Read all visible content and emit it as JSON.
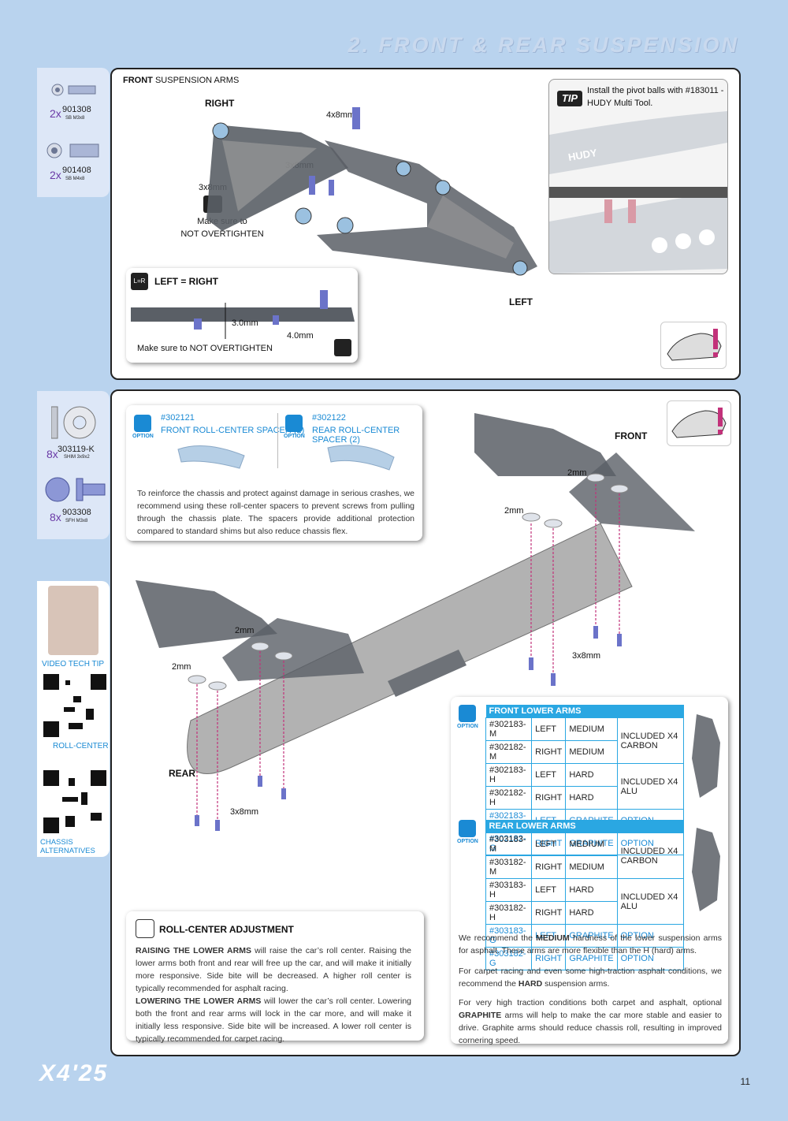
{
  "section_title": "2. FRONT & REAR SUSPENSION",
  "top_parts": [
    {
      "qty": "2x",
      "num": "901308",
      "sub": "SB M3x8"
    },
    {
      "qty": "2x",
      "num": "901408",
      "sub": "SB M4x8"
    }
  ],
  "front_arms": {
    "heading_bold": "FRONT",
    "heading_rest": "SUSPENSION ARMS",
    "right_label": "RIGHT",
    "left_label": "LEFT",
    "dim_4x8": "4x8mm",
    "dim_3x8_a": "3x8mm",
    "dim_3x8_b": "3x8mm",
    "warn1": "Make sure to",
    "warn2": "NOT OVERTIGHTEN"
  },
  "tip": {
    "badge": "TIP",
    "text1": "Install the pivot balls with #183011 -",
    "text2": "HUDY Multi Tool.",
    "hudy": "HUDY"
  },
  "left_right": {
    "title": "LEFT = RIGHT",
    "dim1": "3.0mm",
    "dim2": "4.0mm",
    "warn": "Make sure to NOT OVERTIGHTEN",
    "icon_l": "L",
    "icon_r": "R"
  },
  "lower_parts": [
    {
      "qty": "8x",
      "num": "303119-K",
      "sub": "SHIM 3x9x2"
    },
    {
      "qty": "8x",
      "num": "903308",
      "sub": "SFH M3x8"
    }
  ],
  "option_card": {
    "opt_label": "OPTION",
    "front_num": "#302121",
    "front_name": "FRONT ROLL-CENTER SPACER (2)",
    "rear_num": "#302122",
    "rear_name": "REAR ROLL-CENTER SPACER (2)",
    "desc": "To reinforce the chassis and protect against damage in serious crashes, we recommend using these roll-center spacers to prevent screws from pulling through the chassis plate. The spacers provide additional protection compared to standard shims but also reduce chassis flex."
  },
  "diagram": {
    "front_label": "FRONT",
    "rear_label": "REAR",
    "d_2mm_a": "2mm",
    "d_2mm_b": "2mm",
    "d_2mm_c": "2mm",
    "d_2mm_d": "2mm",
    "d_3x8_a": "3x8mm",
    "d_3x8_b": "3x8mm"
  },
  "video": {
    "tip": "VIDEO TECH TIP",
    "roll": "ROLL-CENTER",
    "chassis": "CHASSIS ALTERNATIVES"
  },
  "front_table": {
    "header": "FRONT LOWER ARMS",
    "rows": [
      [
        "#302183-M",
        "LEFT",
        "MEDIUM"
      ],
      [
        "#302182-M",
        "RIGHT",
        "MEDIUM"
      ],
      [
        "#302183-H",
        "LEFT",
        "HARD"
      ],
      [
        "#302182-H",
        "RIGHT",
        "HARD"
      ],
      [
        "#302183-G",
        "LEFT",
        "GRAPHITE",
        "OPTION"
      ],
      [
        "#302182-G",
        "RIGHT",
        "GRAPHITE",
        "OPTION"
      ]
    ],
    "inc_carbon": "INCLUDED X4 CARBON",
    "inc_alu": "INCLUDED X4 ALU"
  },
  "rear_table": {
    "header": "REAR LOWER ARMS",
    "rows": [
      [
        "#303183-M",
        "LEFT",
        "MEDIUM"
      ],
      [
        "#303182-M",
        "RIGHT",
        "MEDIUM"
      ],
      [
        "#303183-H",
        "LEFT",
        "HARD"
      ],
      [
        "#303182-H",
        "RIGHT",
        "HARD"
      ],
      [
        "#303183-G",
        "LEFT",
        "GRAPHITE",
        "OPTION"
      ],
      [
        "#303182-G",
        "RIGHT",
        "GRAPHITE",
        "OPTION"
      ]
    ],
    "inc_carbon": "INCLUDED X4 CARBON",
    "inc_alu": "INCLUDED X4 ALU"
  },
  "recommend": {
    "p1a": "We recommend the ",
    "p1b": "MEDIUM",
    "p1c": " hardness of the lower suspension arms for asphalt. These arms are more flexible than the H (hard) arms.",
    "p2a": "For carpet racing and even some high-traction asphalt conditions, we recommend the ",
    "p2b": "HARD",
    "p2c": " suspension arms.",
    "p3a": "For very high traction conditions both carpet and asphalt, optional ",
    "p3b": "GRAPHITE",
    "p3c": " arms will help to make the car more stable and easier to drive. Graphite arms should reduce chassis roll, resulting in improved cornering speed."
  },
  "rollcenter": {
    "title": "ROLL-CENTER ADJUSTMENT",
    "r1b": "RAISING THE LOWER  ARMS",
    "r1": " will raise the car’s roll center. Raising the lower arms both front and rear  will free up the car, and will make it initially more responsive. Side bite will be decreased. A higher roll center is typically recommended for asphalt racing.",
    "r2b": "LOWERING THE LOWER ARMS",
    "r2": " will lower the car’s roll center. Lowering both the front and rear arms will lock in the car more, and will make it initially less responsive. Side bite will be increased. A lower roll center is typically recommended for carpet racing."
  },
  "footer": {
    "logo": "X4'25",
    "page": "11"
  }
}
